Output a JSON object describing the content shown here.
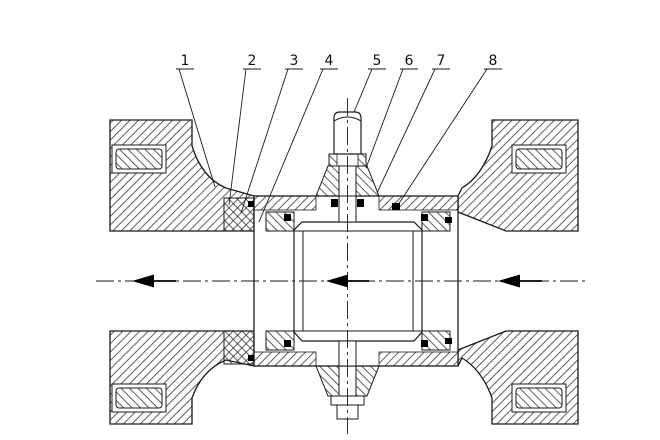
{
  "drawing": {
    "type": "technical-sectional-drawing",
    "colors": {
      "background": "#ffffff",
      "line": "#1a1a1a"
    },
    "callouts": [
      {
        "label": "1"
      },
      {
        "label": "2"
      },
      {
        "label": "3"
      },
      {
        "label": "4"
      },
      {
        "label": "5"
      },
      {
        "label": "6"
      },
      {
        "label": "7"
      },
      {
        "label": "8"
      }
    ],
    "flow_arrows": [
      {
        "icon": "arrow-left"
      },
      {
        "icon": "arrow-left"
      },
      {
        "icon": "arrow-left"
      }
    ]
  }
}
